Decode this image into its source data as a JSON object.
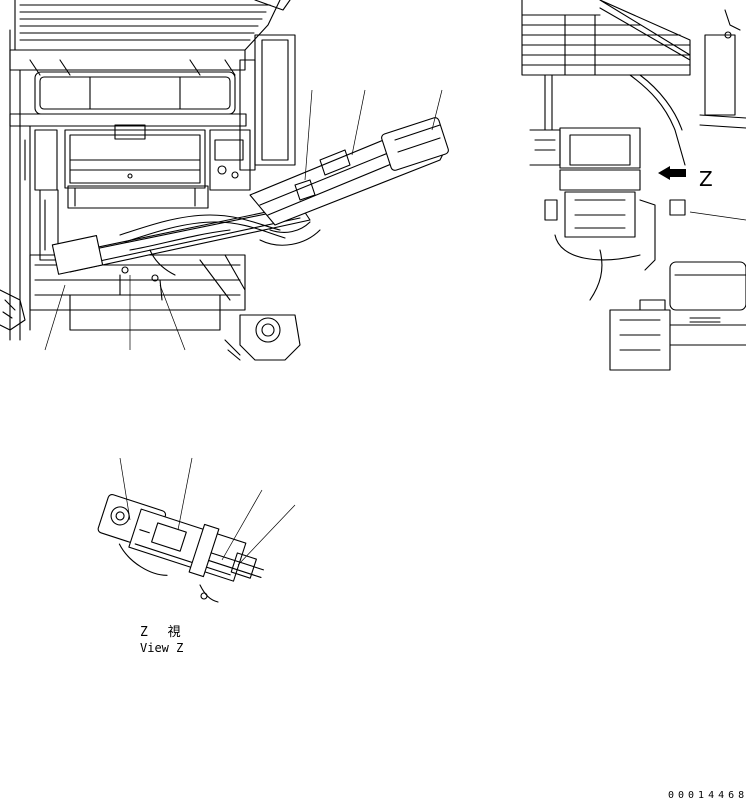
{
  "figure": {
    "view_label_letter": "Z",
    "view_caption_jp": "Z 視",
    "view_caption_en": "View Z",
    "drawing_number": "00014468"
  }
}
